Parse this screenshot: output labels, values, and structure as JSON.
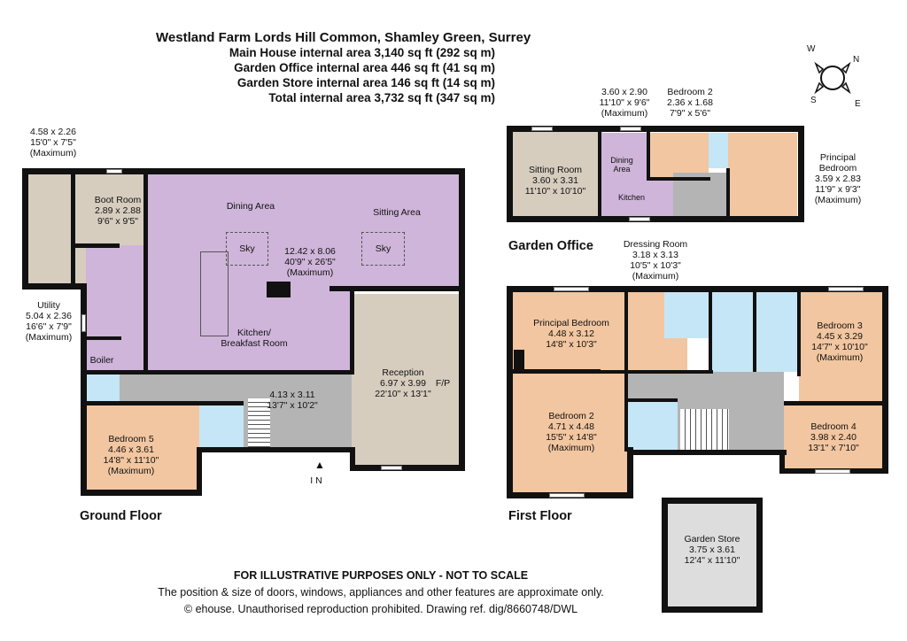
{
  "header": {
    "title": "Westland Farm Lords Hill Common, Shamley Green, Surrey",
    "lines": [
      "Main House internal area 3,140 sq ft (292 sq m)",
      "Garden Office internal area 446 sq ft (41 sq m)",
      "Garden Store internal area 146 sq ft (14 sq m)",
      "Total internal area 3,732 sq ft (347 sq m)"
    ]
  },
  "compass": {
    "n": "N",
    "e": "E",
    "s": "S",
    "w": "W"
  },
  "ground_floor": {
    "title": "Ground Floor",
    "entrance": "I N",
    "store": [
      "4.58 x 2.26",
      "15'0\" x 7'5\"",
      "(Maximum)"
    ],
    "boot_room": [
      "Boot Room",
      "2.89 x 2.88",
      "9'6\" x 9'5\""
    ],
    "dining": "Dining Area",
    "sitting": "Sitting Area",
    "sky": "Sky",
    "open_plan": [
      "12.42 x 8.06",
      "40'9\" x 26'5\"",
      "(Maximum)"
    ],
    "kitchen": [
      "Kitchen/",
      "Breakfast Room"
    ],
    "utility": [
      "Utility",
      "5.04 x 2.36",
      "16'6\" x 7'9\"",
      "(Maximum)"
    ],
    "boiler": "Boiler",
    "reception": [
      "Reception",
      "6.97 x 3.99",
      "22'10\" x 13'1\""
    ],
    "fp": "F/P",
    "hall": [
      "4.13 x 3.11",
      "13'7\" x 10'2\""
    ],
    "bedroom5": [
      "Bedroom 5",
      "4.46 x 3.61",
      "14'8\" x 11'10\"",
      "(Maximum)"
    ]
  },
  "garden_office": {
    "title": "Garden Office",
    "dining_dims": [
      "3.60 x 2.90",
      "11'10\" x 9'6\"",
      "(Maximum)"
    ],
    "bedroom2": [
      "Bedroom 2",
      "2.36 x 1.68",
      "7'9\" x 5'6\""
    ],
    "sitting": [
      "Sitting Room",
      "3.60 x 3.31",
      "11'10\" x 10'10\""
    ],
    "dining": [
      "Dining",
      "Area"
    ],
    "kitchen": "Kitchen",
    "principal": [
      "Principal",
      "Bedroom",
      "3.59 x 2.83",
      "11'9\" x 9'3\"",
      "(Maximum)"
    ]
  },
  "first_floor": {
    "title": "First Floor",
    "dressing": [
      "Dressing Room",
      "3.18 x 3.13",
      "10'5\" x 10'3\"",
      "(Maximum)"
    ],
    "principal": [
      "Principal Bedroom",
      "4.48 x 3.12",
      "14'8\" x 10'3\""
    ],
    "bedroom2": [
      "Bedroom 2",
      "4.71 x 4.48",
      "15'5\" x 14'8\"",
      "(Maximum)"
    ],
    "bedroom3": [
      "Bedroom 3",
      "4.45 x 3.29",
      "14'7\" x 10'10\"",
      "(Maximum)"
    ],
    "bedroom4": [
      "Bedroom 4",
      "3.98 x 2.40",
      "13'1\" x 7'10\""
    ]
  },
  "garden_store": [
    "Garden Store",
    "3.75 x 3.61",
    "12'4\" x 11'10\""
  ],
  "footer": [
    "FOR ILLUSTRATIVE PURPOSES ONLY - NOT TO SCALE",
    "The position & size of doors, windows, appliances and other features are approximate only.",
    "© ehouse. Unauthorised reproduction prohibited. Drawing ref. dig/8660748/DWL"
  ]
}
